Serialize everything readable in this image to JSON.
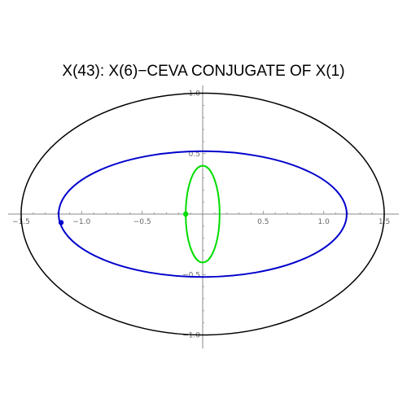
{
  "title": "X(43): X(6)−CEVA CONJUGATE OF X(1)",
  "chart_data": {
    "type": "line",
    "xlim": [
      -1.5,
      1.5
    ],
    "ylim": [
      -1.0,
      1.0
    ],
    "grid": false,
    "x_ticks": [
      {
        "value": -1.5,
        "label": "−1.5"
      },
      {
        "value": -1.0,
        "label": "−1.0"
      },
      {
        "value": -0.5,
        "label": "−0.5"
      },
      {
        "value": 0.5,
        "label": "0.5"
      },
      {
        "value": 1.0,
        "label": "1.0"
      },
      {
        "value": 1.5,
        "label": "1.5"
      }
    ],
    "y_ticks": [
      {
        "value": 1.0,
        "label": "1.0"
      },
      {
        "value": 0.5,
        "label": "0.5"
      },
      {
        "value": -0.5,
        "label": "−0.5"
      },
      {
        "value": -1.0,
        "label": "−1.0"
      }
    ],
    "curves": [
      {
        "shape": "ellipse",
        "cx": 0.0,
        "cy": 0.0,
        "rx": 1.5,
        "ry": 1.0,
        "color": "#000000"
      },
      {
        "shape": "ellipse",
        "cx": 0.0,
        "cy": 0.0,
        "rx": 1.19,
        "ry": 0.52,
        "color": "#0000cc"
      },
      {
        "shape": "ellipse",
        "cx": 0.0,
        "cy": 0.0,
        "rx": 0.14,
        "ry": 0.4,
        "color": "#00dd00"
      }
    ],
    "points": [
      {
        "x": -1.17,
        "y": -0.07,
        "color": "#0000cc"
      },
      {
        "x": -0.14,
        "y": 0.0,
        "color": "#00dd00"
      }
    ]
  }
}
